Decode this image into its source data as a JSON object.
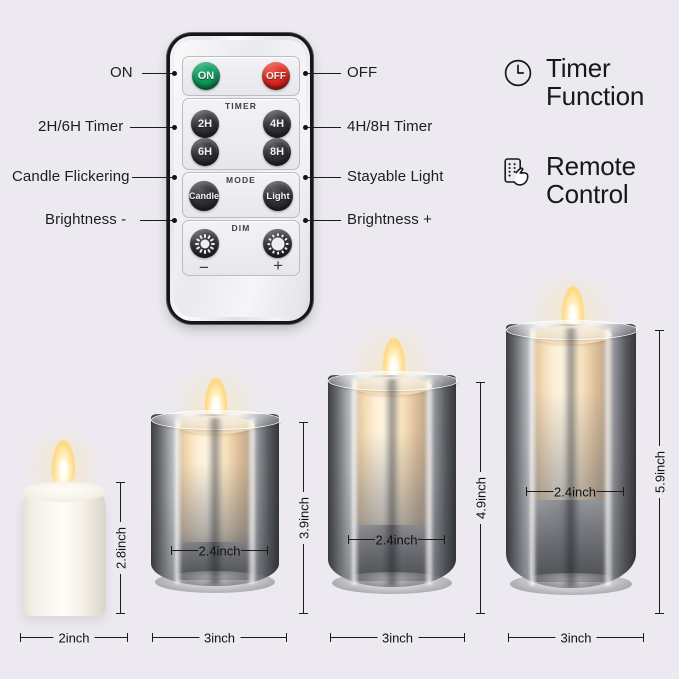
{
  "background_color": "#eceaf0",
  "remote": {
    "name": "candle-remote-control",
    "buttons": {
      "on": "ON",
      "off": "OFF",
      "t2h": "2H",
      "t4h": "4H",
      "t6h": "6H",
      "t8h": "8H",
      "candle": "Candle",
      "light": "Light",
      "minus": "−",
      "plus": "+"
    },
    "group_titles": {
      "timer": "TIMER",
      "mode": "MODE",
      "dim": "DIM"
    },
    "colors": {
      "on_button": "#0f9a5c",
      "off_button": "#dd2a22",
      "dark_button": "#232428"
    }
  },
  "callouts": {
    "left": [
      {
        "label": "ON"
      },
      {
        "label": "2H/6H Timer"
      },
      {
        "label": "Candle Flickering"
      },
      {
        "label": "Brightness -"
      }
    ],
    "right": [
      {
        "label": "OFF"
      },
      {
        "label": "4H/8H Timer"
      },
      {
        "label": "Stayable Light"
      },
      {
        "label": "Brightness +"
      }
    ]
  },
  "features": [
    {
      "icon": "clock-icon",
      "line1": "Timer",
      "line2": "Function"
    },
    {
      "icon": "remote-hand-icon",
      "line1": "Remote",
      "line2": "Control"
    }
  ],
  "candles": [
    {
      "id": "candle-1",
      "type": "wax-pillar",
      "height_label": "2.8inch",
      "width_label": "2inch",
      "inner_width_label": null
    },
    {
      "id": "candle-2",
      "type": "glass-tumbler",
      "height_label": "3.9inch",
      "width_label": "3inch",
      "inner_width_label": "2.4inch"
    },
    {
      "id": "candle-3",
      "type": "glass-tumbler",
      "height_label": "4.9inch",
      "width_label": "3inch",
      "inner_width_label": "2.4inch"
    },
    {
      "id": "candle-4",
      "type": "glass-tumbler",
      "height_label": "5.9inch",
      "width_label": "3inch",
      "inner_width_label": "2.4inch"
    }
  ]
}
